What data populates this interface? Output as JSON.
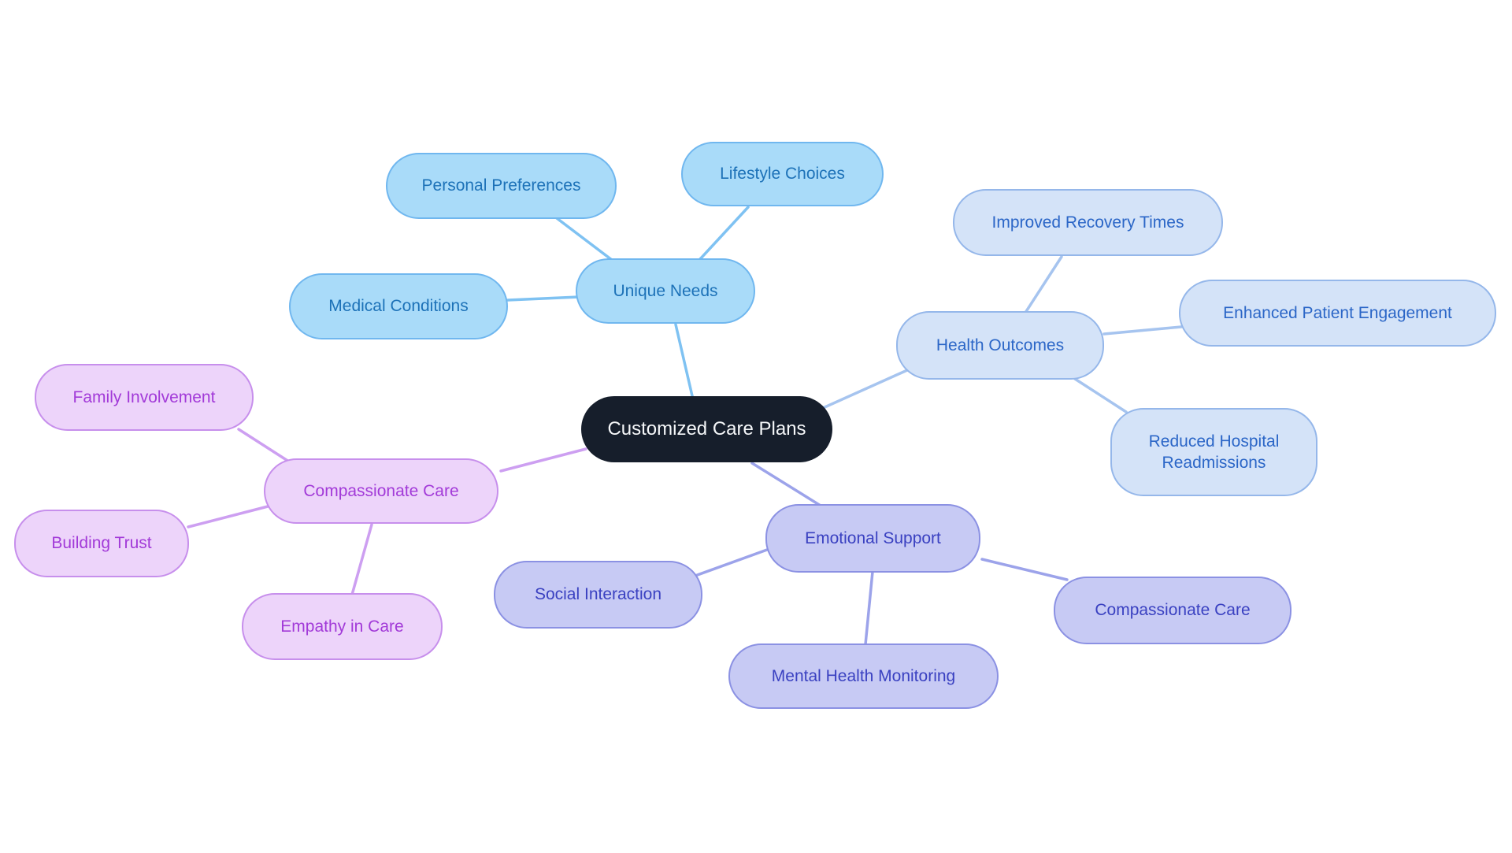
{
  "diagram": {
    "type": "mindmap",
    "background": "#FFFFFF"
  },
  "nodes": {
    "center": {
      "label": "Customized Care Plans"
    },
    "unique_needs": {
      "label": "Unique Needs"
    },
    "personal_preferences": {
      "label": "Personal Preferences"
    },
    "lifestyle_choices": {
      "label": "Lifestyle Choices"
    },
    "medical_conditions": {
      "label": "Medical Conditions"
    },
    "health_outcomes": {
      "label": "Health Outcomes"
    },
    "improved_recovery_times": {
      "label": "Improved Recovery Times"
    },
    "enhanced_patient_engagement": {
      "label": "Enhanced Patient Engagement"
    },
    "reduced_hospital_readmissions": {
      "label": "Reduced Hospital Readmissions"
    },
    "compassionate_care": {
      "label": "Compassionate Care"
    },
    "family_involvement": {
      "label": "Family Involvement"
    },
    "building_trust": {
      "label": "Building Trust"
    },
    "empathy_in_care": {
      "label": "Empathy in Care"
    },
    "emotional_support": {
      "label": "Emotional Support"
    },
    "social_interaction": {
      "label": "Social Interaction"
    },
    "compassionate_care_support": {
      "label": "Compassionate Care"
    },
    "mental_health_monitoring": {
      "label": "Mental Health Monitoring"
    }
  },
  "palette": {
    "unique": {
      "fill": "#A9DBF9",
      "border": "#70B7EF",
      "text": "#1D72B8",
      "line": "#7FC2F2"
    },
    "outcomes": {
      "fill": "#D4E3F8",
      "border": "#95B7EA",
      "text": "#2B66C7",
      "line": "#A6C4EF"
    },
    "compassion": {
      "fill": "#EDD4FA",
      "border": "#C78FEC",
      "text": "#A23AD8",
      "line": "#CD9FF1"
    },
    "support": {
      "fill": "#C7CAF4",
      "border": "#8B91E3",
      "text": "#3A41C1",
      "line": "#9CA3EA"
    },
    "centernode": {
      "fill": "#161E2B",
      "text": "#F5F7F9"
    }
  }
}
